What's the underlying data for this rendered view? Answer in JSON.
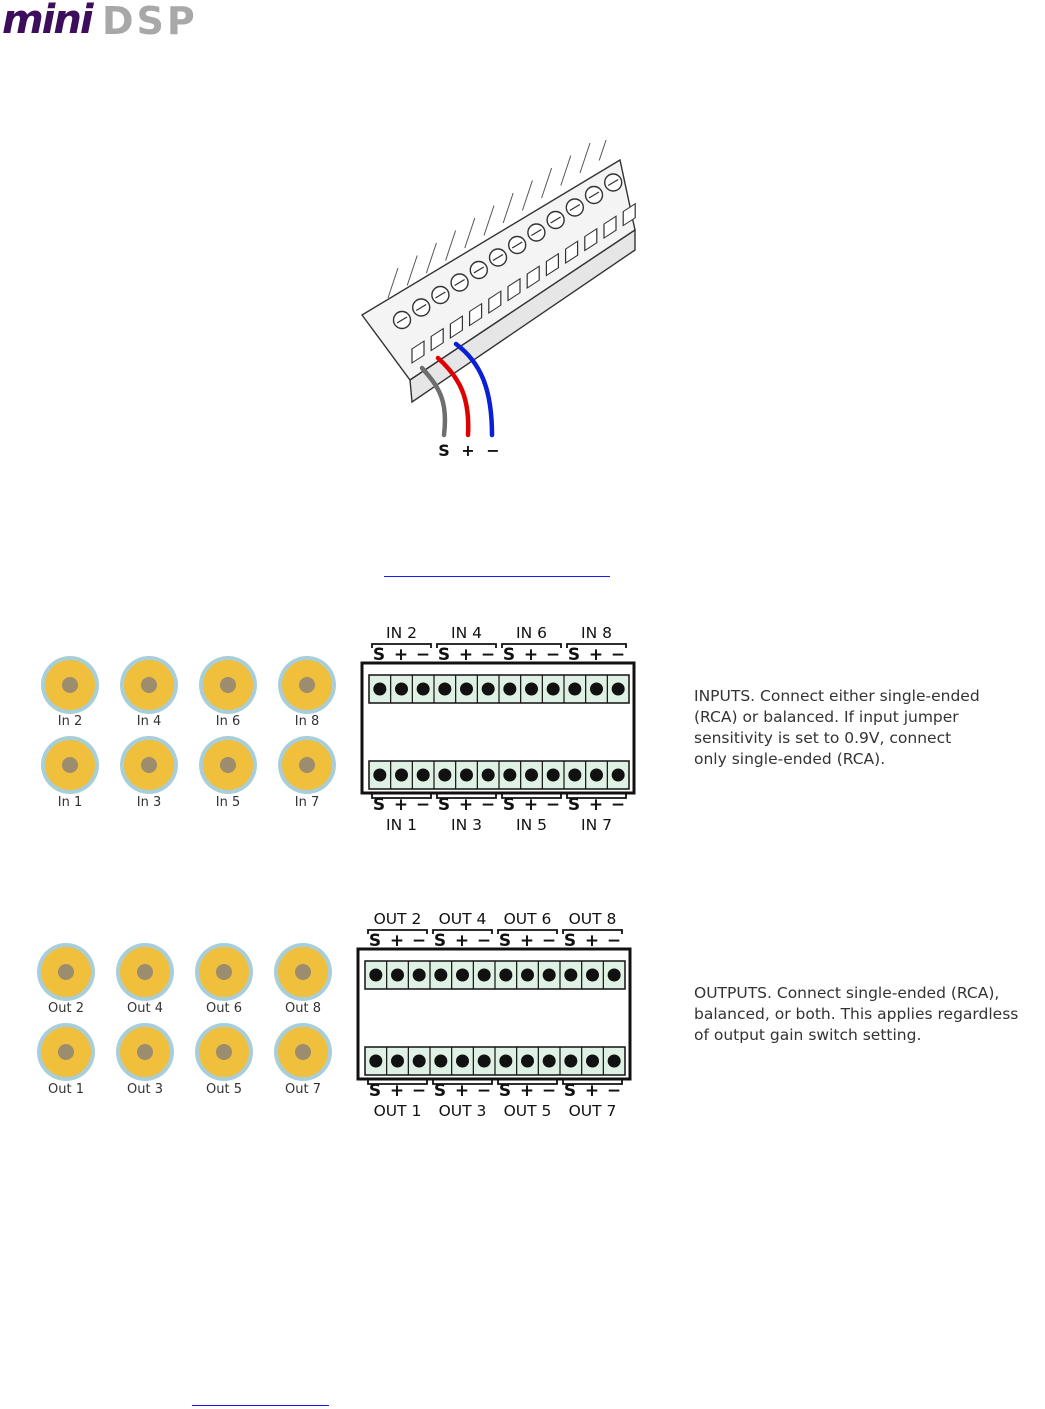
{
  "logo": {
    "part1": "mini",
    "part2": "DSP",
    "color1": "#3d0e5c",
    "color2": "#a8a8a8"
  },
  "terminal": {
    "wire_labels": [
      "S",
      "+",
      "−"
    ],
    "wire_colors": [
      "#6e6e6e",
      "#e00000",
      "#0a1fd6"
    ]
  },
  "inputs": {
    "rca_top": [
      "In 2",
      "In 4",
      "In 6",
      "In 8"
    ],
    "rca_bottom": [
      "In 1",
      "In 3",
      "In 5",
      "In 7"
    ],
    "block_top_labels": [
      "IN 2",
      "IN 4",
      "IN 6",
      "IN 8"
    ],
    "block_bottom_labels": [
      "IN 1",
      "IN 3",
      "IN 5",
      "IN 7"
    ],
    "pin_labels": [
      "S",
      "+",
      "−"
    ],
    "description": "INPUTS. Connect either single-ended\n(RCA) or balanced. If input jumper\nsensitivity is set to 0.9V, connect\nonly single-ended (RCA)."
  },
  "outputs": {
    "rca_top": [
      "Out 2",
      "Out 4",
      "Out 6",
      "Out 8"
    ],
    "rca_bottom": [
      "Out 1",
      "Out 3",
      "Out 5",
      "Out 7"
    ],
    "block_top_labels": [
      "OUT 2",
      "OUT 4",
      "OUT 6",
      "OUT 8"
    ],
    "block_bottom_labels": [
      "OUT 1",
      "OUT 3",
      "OUT 5",
      "OUT 7"
    ],
    "pin_labels": [
      "S",
      "+",
      "−"
    ],
    "description": "OUTPUTS. Connect single-ended (RCA),\nbalanced, or both. This applies regardless\nof output gain switch setting."
  },
  "colors": {
    "rca_ring": "#a8cfd9",
    "rca_gold": "#f0bf3c",
    "rca_pin": "#9b8d6e",
    "terminal_green": "#dff1e4",
    "link": "#1a1aee"
  }
}
